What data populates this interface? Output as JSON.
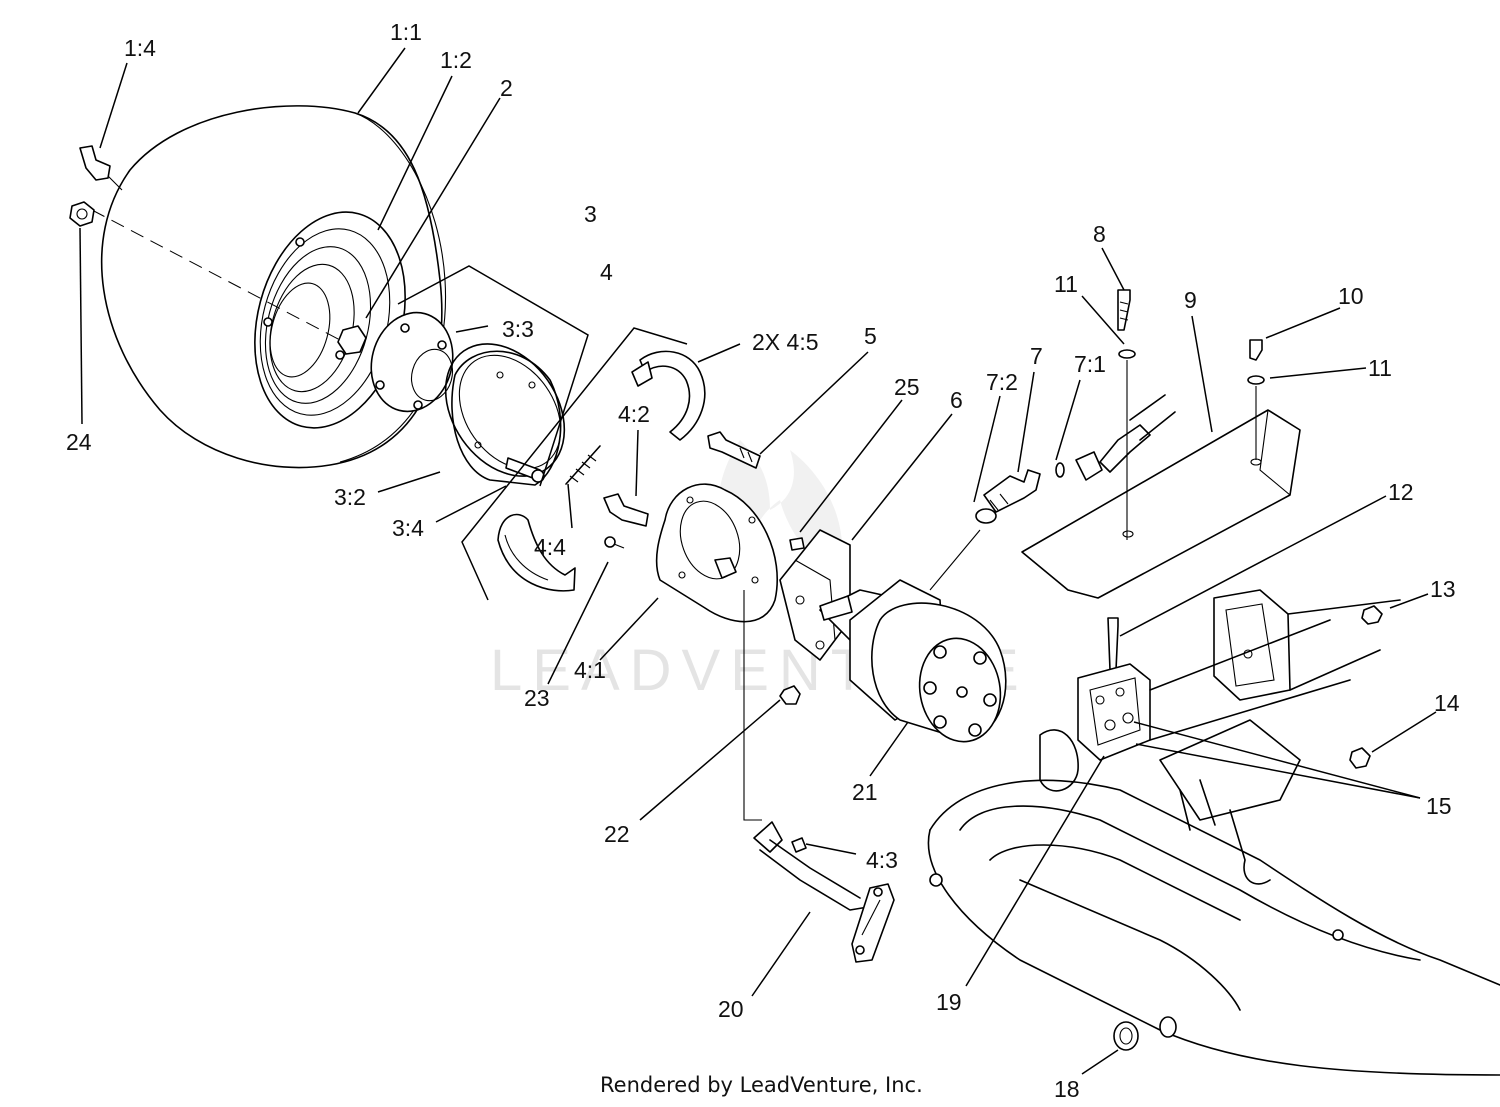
{
  "callouts": {
    "c1_4": "1:4",
    "c1_1": "1:1",
    "c1_2": "1:2",
    "c2": "2",
    "c3": "3",
    "c3_3": "3:3",
    "c3_2": "3:2",
    "c3_4": "3:4",
    "c4": "4",
    "c2x4_5": "2X 4:5",
    "c4_2": "4:2",
    "c4_4": "4:4",
    "c4_1": "4:1",
    "c4_3": "4:3",
    "c5": "5",
    "c25": "25",
    "c6": "6",
    "c7_2": "7:2",
    "c7": "7",
    "c7_1": "7:1",
    "c8": "8",
    "c11a": "11",
    "c9": "9",
    "c10": "10",
    "c11b": "11",
    "c12": "12",
    "c13": "13",
    "c14": "14",
    "c15": "15",
    "c18": "18",
    "c19": "19",
    "c20": "20",
    "c21": "21",
    "c22": "22",
    "c23": "23",
    "c24": "24"
  },
  "watermark": "LEADVENTURE",
  "footer": "Rendered by LeadVenture, Inc."
}
